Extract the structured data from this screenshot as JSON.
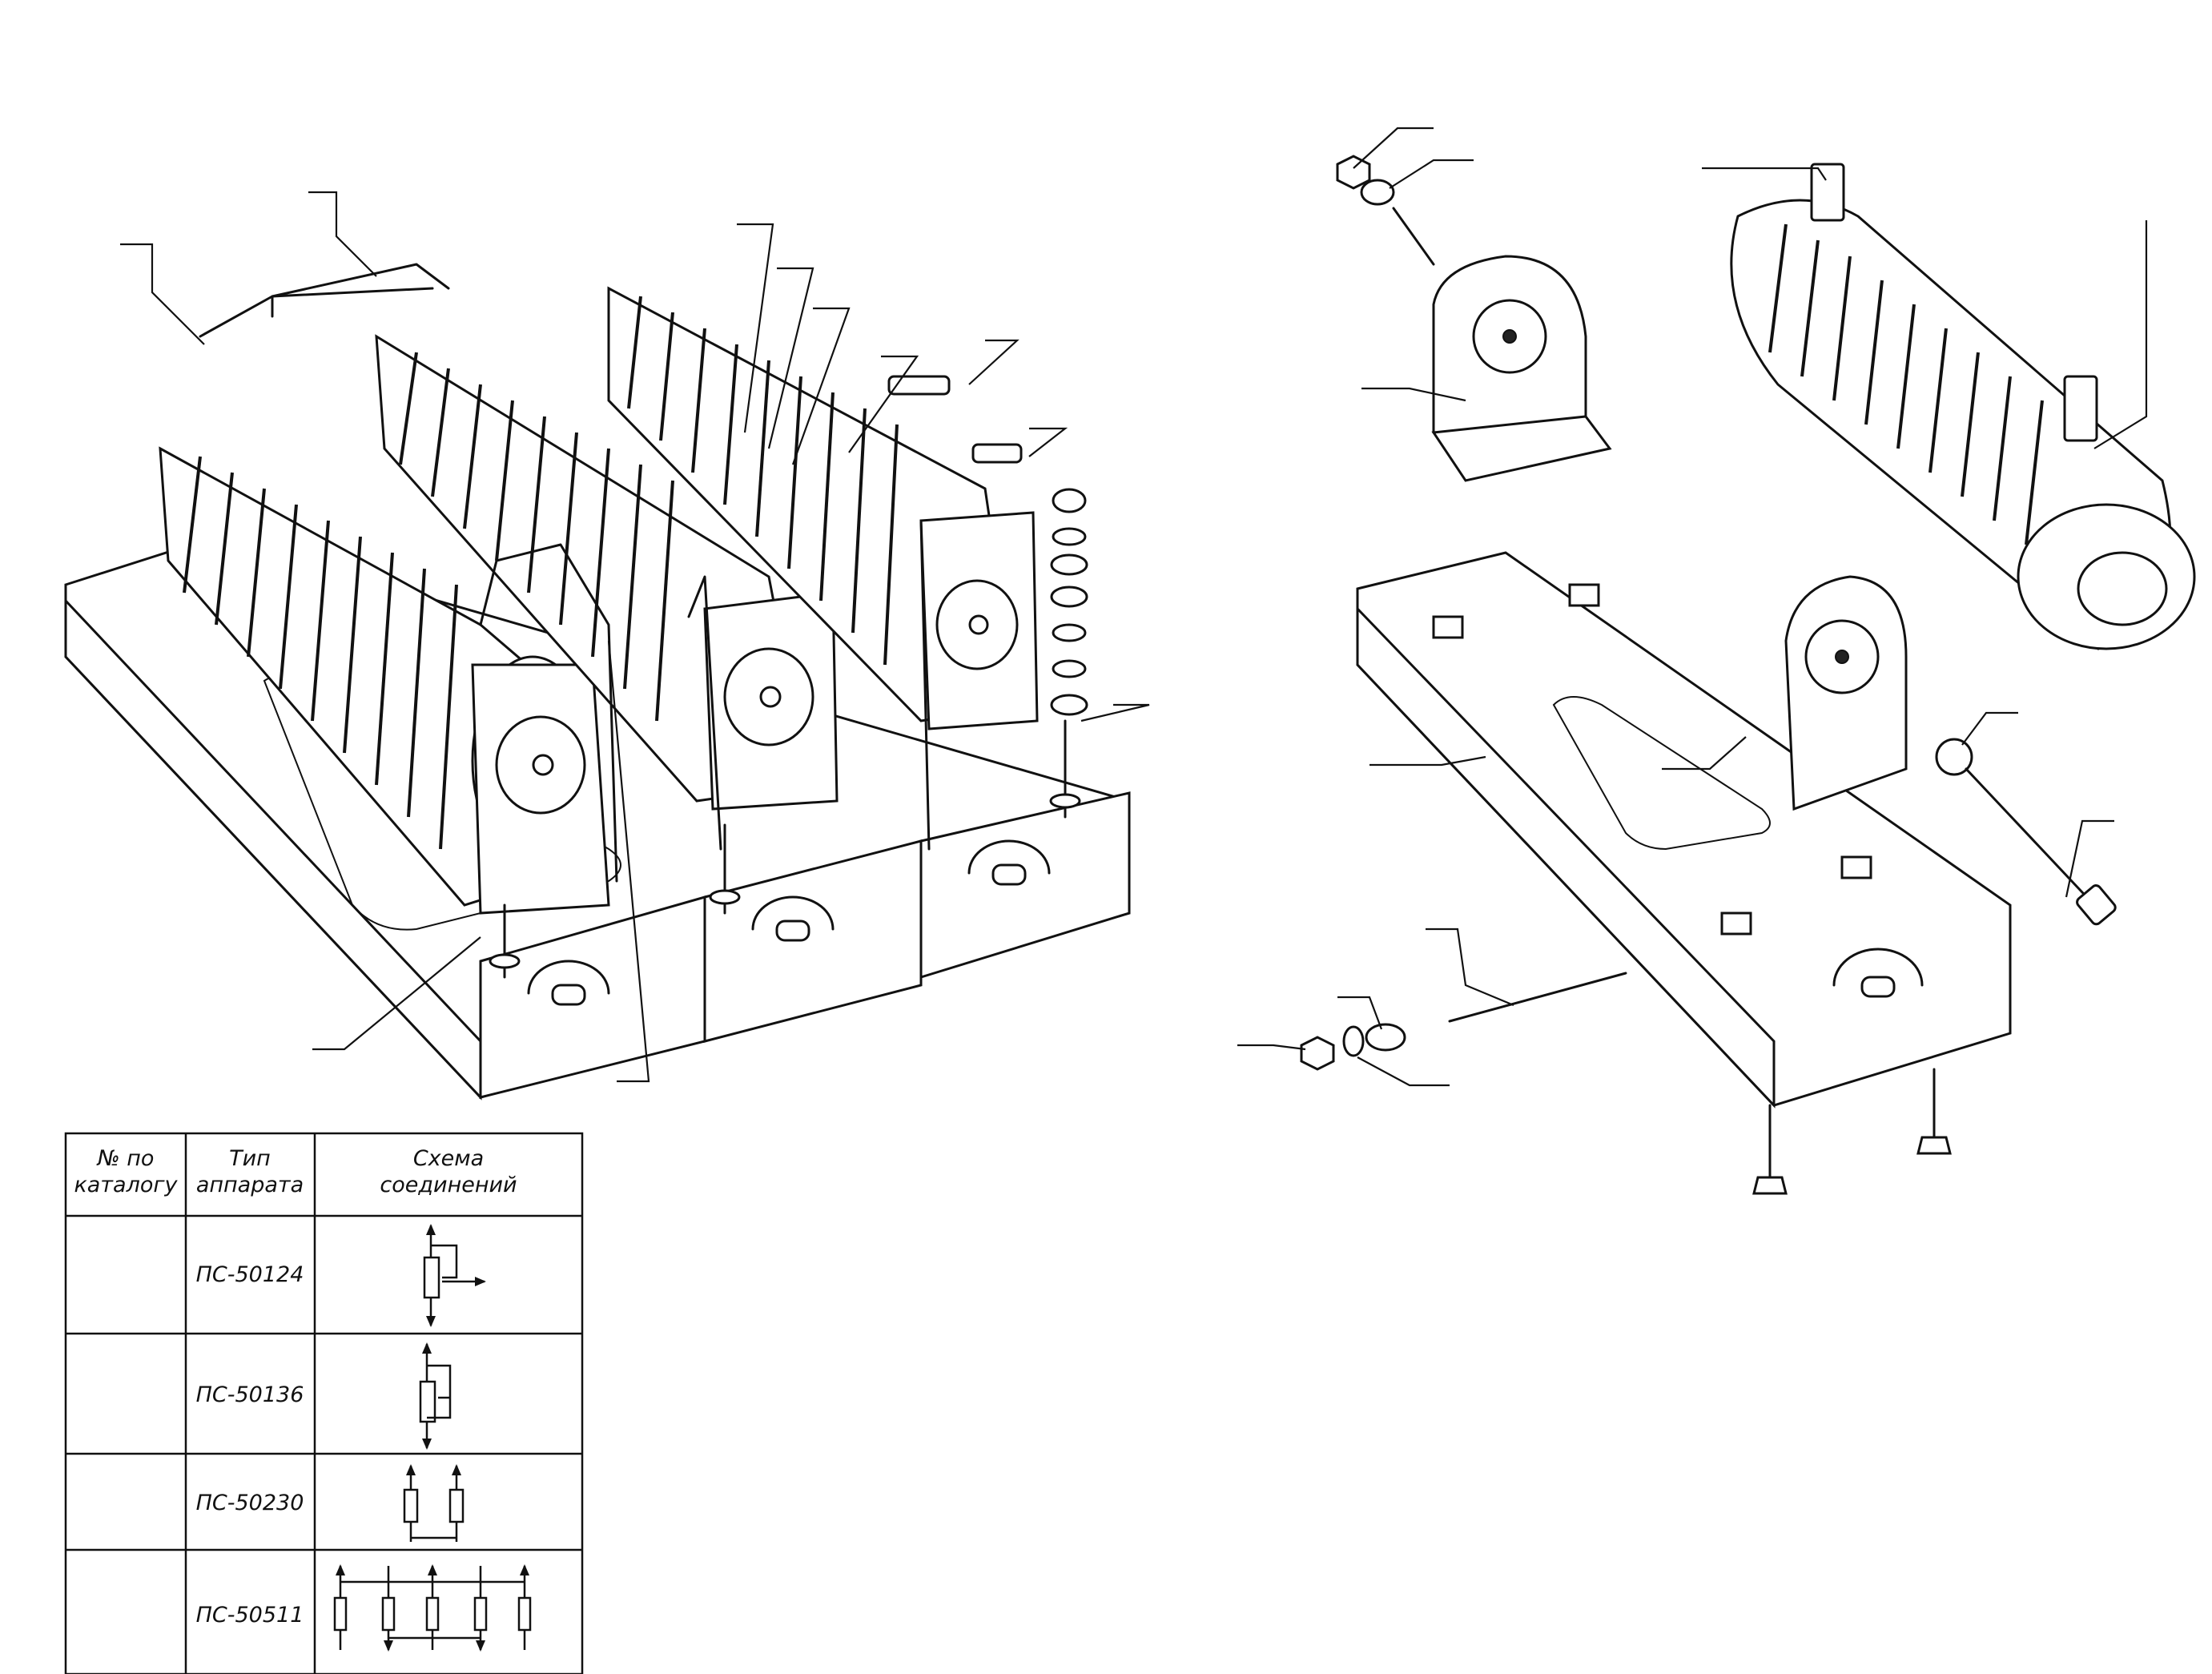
{
  "table": {
    "headers": {
      "catalog_no": [
        "№ по",
        "каталогу"
      ],
      "device_type": [
        "Тип",
        "аппарата"
      ],
      "wiring_scheme": [
        "Схема",
        "соединений"
      ]
    },
    "rows": [
      {
        "catalog_no": "",
        "device_type": "ПС-50124",
        "scheme_icon": "rheostat-with-tap-schematic-icon"
      },
      {
        "catalog_no": "",
        "device_type": "ПС-50136",
        "scheme_icon": "rheostat-shorted-slider-schematic-icon"
      },
      {
        "catalog_no": "",
        "device_type": "ПС-50230",
        "scheme_icon": "two-resistors-series-schematic-icon"
      },
      {
        "catalog_no": "",
        "device_type": "ПС-50511",
        "scheme_icon": "five-resistors-network-schematic-icon"
      }
    ]
  },
  "colors": {
    "ink": "#111111",
    "paper": "#ffffff"
  }
}
